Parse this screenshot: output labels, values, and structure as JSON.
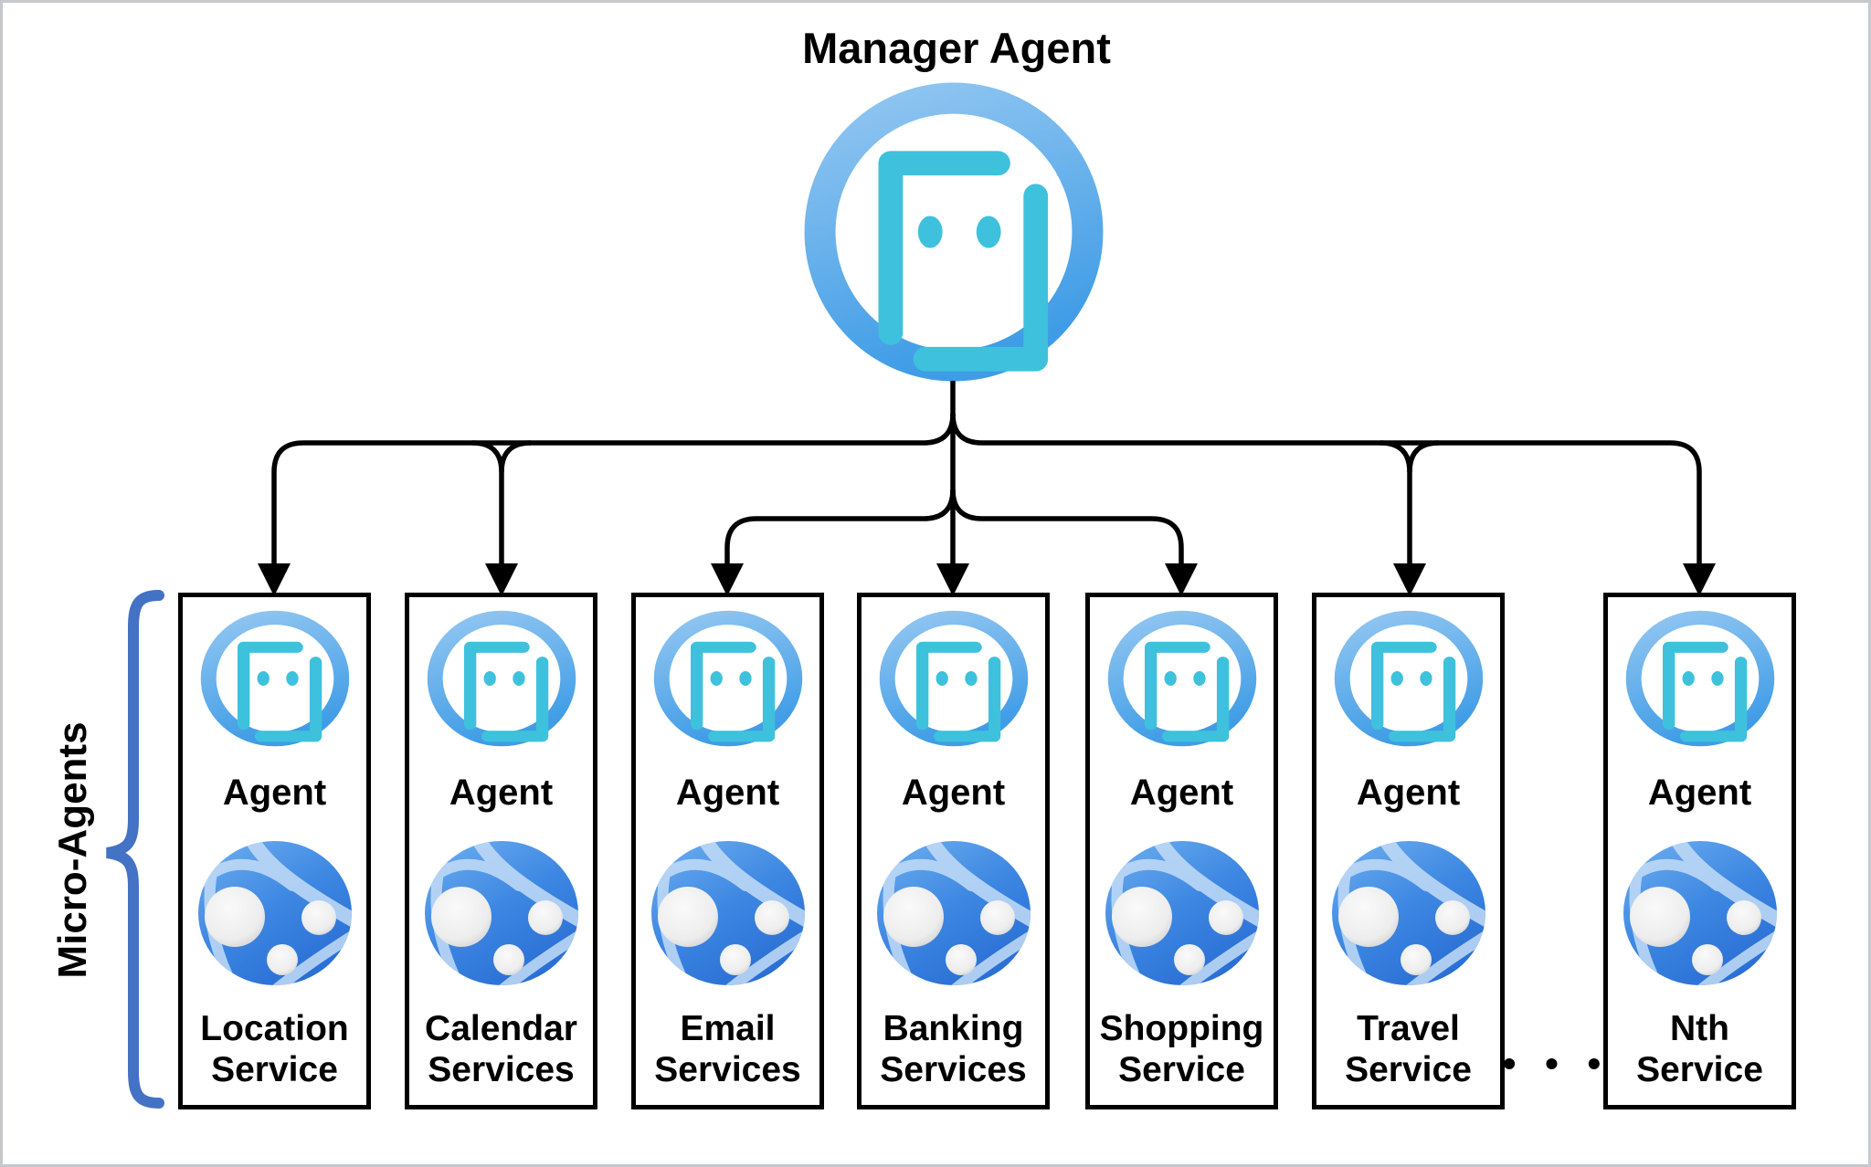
{
  "title": "Manager Agent",
  "group_label": "Micro-Agents",
  "agent_label": "Agent",
  "ellipsis": "• • •",
  "manager": {
    "icon": "bot-icon",
    "label": "Manager Agent"
  },
  "micro_agents": [
    {
      "icon_top": "bot-icon",
      "icon_bottom": "globe-icon",
      "service_line1": "Location",
      "service_line2": "Service"
    },
    {
      "icon_top": "bot-icon",
      "icon_bottom": "globe-icon",
      "service_line1": "Calendar",
      "service_line2": "Services"
    },
    {
      "icon_top": "bot-icon",
      "icon_bottom": "globe-icon",
      "service_line1": "Email",
      "service_line2": "Services"
    },
    {
      "icon_top": "bot-icon",
      "icon_bottom": "globe-icon",
      "service_line1": "Banking",
      "service_line2": "Services"
    },
    {
      "icon_top": "bot-icon",
      "icon_bottom": "globe-icon",
      "service_line1": "Shopping",
      "service_line2": "Service"
    },
    {
      "icon_top": "bot-icon",
      "icon_bottom": "globe-icon",
      "service_line1": "Travel",
      "service_line2": "Service"
    },
    {
      "icon_top": "bot-icon",
      "icon_bottom": "globe-icon",
      "service_line1": "Nth",
      "service_line2": "Service"
    }
  ],
  "colors": {
    "bot_ring_gradient_start": "#8FC5F1",
    "bot_ring_gradient_end": "#3F9CE6",
    "bot_face": "#3EC1DC",
    "globe_gradient_start": "#6FB0F0",
    "globe_gradient_end": "#2A6FD5",
    "globe_arc": "#C3DCF7",
    "globe_node": "#FAFAFA",
    "brace": "#4472C4",
    "connector": "#000000",
    "box_border": "#000000",
    "page_border": "#C5C9CC"
  }
}
